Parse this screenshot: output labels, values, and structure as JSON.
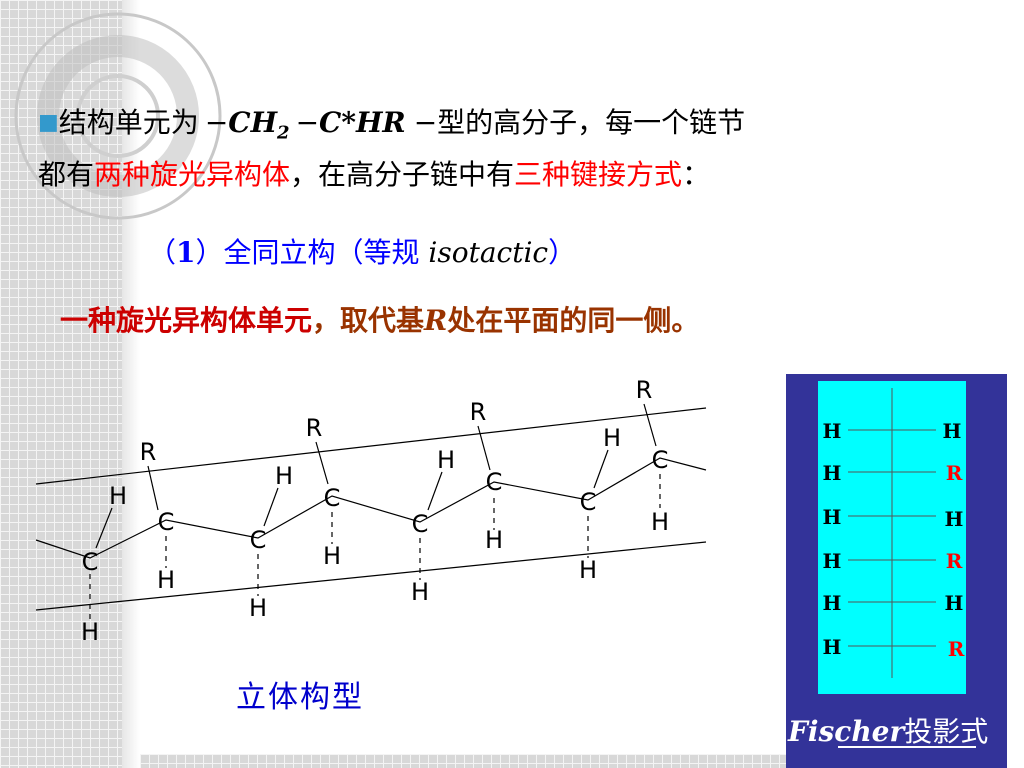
{
  "slide": {
    "line1": {
      "bullet": "■",
      "t1": "结构单元为",
      "dash1": "−",
      "ch2": "CH",
      "sub2": "2",
      "dash2": "−",
      "chr": "C*HR",
      "dash3": "−",
      "t2": "型的高分子，每一个链节"
    },
    "line2": {
      "t1": "都有",
      "red1": "两种旋光异构体",
      "t2": "，在高分子链中有",
      "red2": "三种键接方式",
      "t3": "："
    },
    "heading": {
      "open": "（",
      "num": "1",
      "close1": "）全同立构（等规 ",
      "latin": "isotactic",
      "close2": "）"
    },
    "desc": {
      "red": "一种旋光异构体单元",
      "t1": "，取代基",
      "r": "R",
      "t2": "处在平面的同一侧。"
    }
  },
  "chain": {
    "atoms": [
      {
        "text": "C"
      },
      {
        "text": "H"
      },
      {
        "text": "H"
      },
      {
        "text": "C"
      },
      {
        "text": "R"
      },
      {
        "text": "H"
      },
      {
        "text": "C"
      },
      {
        "text": "H"
      },
      {
        "text": "H"
      },
      {
        "text": "C"
      },
      {
        "text": "R"
      },
      {
        "text": "H"
      },
      {
        "text": "C"
      },
      {
        "text": "H"
      },
      {
        "text": "H"
      },
      {
        "text": "C"
      },
      {
        "text": "R"
      },
      {
        "text": "H"
      },
      {
        "text": "C"
      },
      {
        "text": "H"
      },
      {
        "text": "H"
      },
      {
        "text": "C"
      },
      {
        "text": "R"
      },
      {
        "text": "H"
      }
    ],
    "caption": "立体构型"
  },
  "fischer": {
    "left_labels": [
      "H",
      "H",
      "H",
      "H",
      "H",
      "H"
    ],
    "right_labels": [
      "H",
      "R",
      "H",
      "R",
      "H",
      "R"
    ],
    "caption_italic": "Fischer",
    "caption_rest": "投影式",
    "colors": {
      "frame": "#333399",
      "panel": "#00ffff",
      "r_label": "#ff0000",
      "h_label": "#000000"
    }
  },
  "theme": {
    "accent_red": "#ff0000",
    "accent_blue": "#0000ff",
    "caption_blue": "#0000cc"
  }
}
